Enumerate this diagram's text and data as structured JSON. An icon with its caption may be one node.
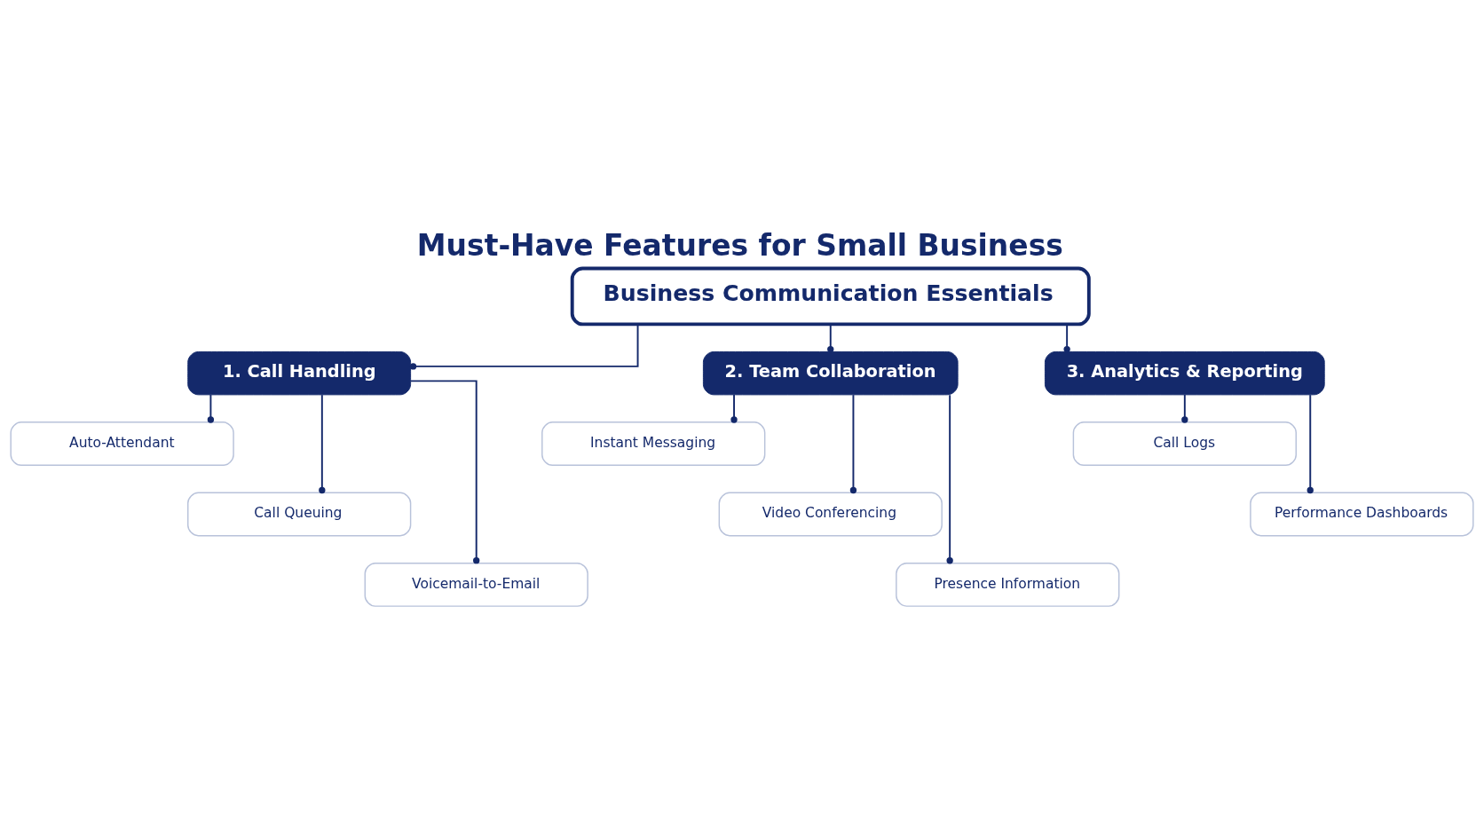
{
  "diagram": {
    "title": "Must-Have Features for Small Business",
    "nodes": [
      {
        "text": [
          "Business Communication Essentials"
        ]
      },
      {
        "text": [
          "1. Call Handling"
        ]
      },
      {
        "text": [
          "2. Team Collaboration"
        ]
      },
      {
        "text": [
          "3. Analytics & Reporting"
        ]
      },
      {
        "text": [
          "Auto-Attendant"
        ]
      },
      {
        "text": [
          "Call Queuing"
        ]
      },
      {
        "text": [
          "Voicemail-to-Email"
        ]
      },
      {
        "text": [
          "Instant Messaging"
        ]
      },
      {
        "text": [
          "Video Conferencing"
        ]
      },
      {
        "text": [
          "Presence Information"
        ]
      },
      {
        "text": [
          "Call Logs"
        ]
      },
      {
        "text": [
          "Performance Dashboards"
        ]
      }
    ],
    "edges": [
      {
        "from": 0,
        "to": 1,
        "arrow": "other"
      },
      {
        "from": 0,
        "to": 2,
        "arrow": "other"
      },
      {
        "from": 0,
        "to": 3,
        "arrow": "other"
      },
      {
        "from": 1,
        "to": 4,
        "arrow": "other"
      },
      {
        "from": 1,
        "to": 5,
        "arrow": "other"
      },
      {
        "from": 1,
        "to": 6,
        "arrow": "other"
      },
      {
        "from": 2,
        "to": 7,
        "arrow": "other"
      },
      {
        "from": 2,
        "to": 8,
        "arrow": "other"
      },
      {
        "from": 2,
        "to": 9,
        "arrow": "other"
      },
      {
        "from": 3,
        "to": 10,
        "arrow": "other"
      },
      {
        "from": 3,
        "to": 11,
        "arrow": "other"
      }
    ]
  }
}
